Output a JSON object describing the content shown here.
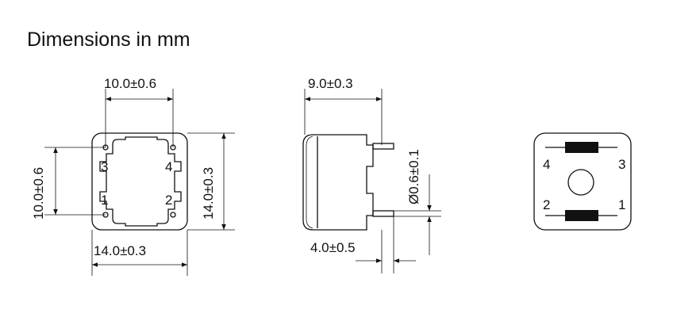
{
  "title": "Dimensions in mm",
  "dimensions": {
    "top_width": "10.0±0.6",
    "left_height": "10.0±0.6",
    "right_height": "14.0±0.3",
    "bottom_width": "14.0±0.3",
    "side_depth": "9.0±0.3",
    "pin_diameter": "Ø0.6±0.1",
    "pin_length": "4.0±0.5"
  },
  "top_view_pins": {
    "p1": "1",
    "p2": "2",
    "p3": "3",
    "p4": "4"
  },
  "schematic_pins": {
    "p1": "1",
    "p2": "2",
    "p3": "3",
    "p4": "4"
  }
}
